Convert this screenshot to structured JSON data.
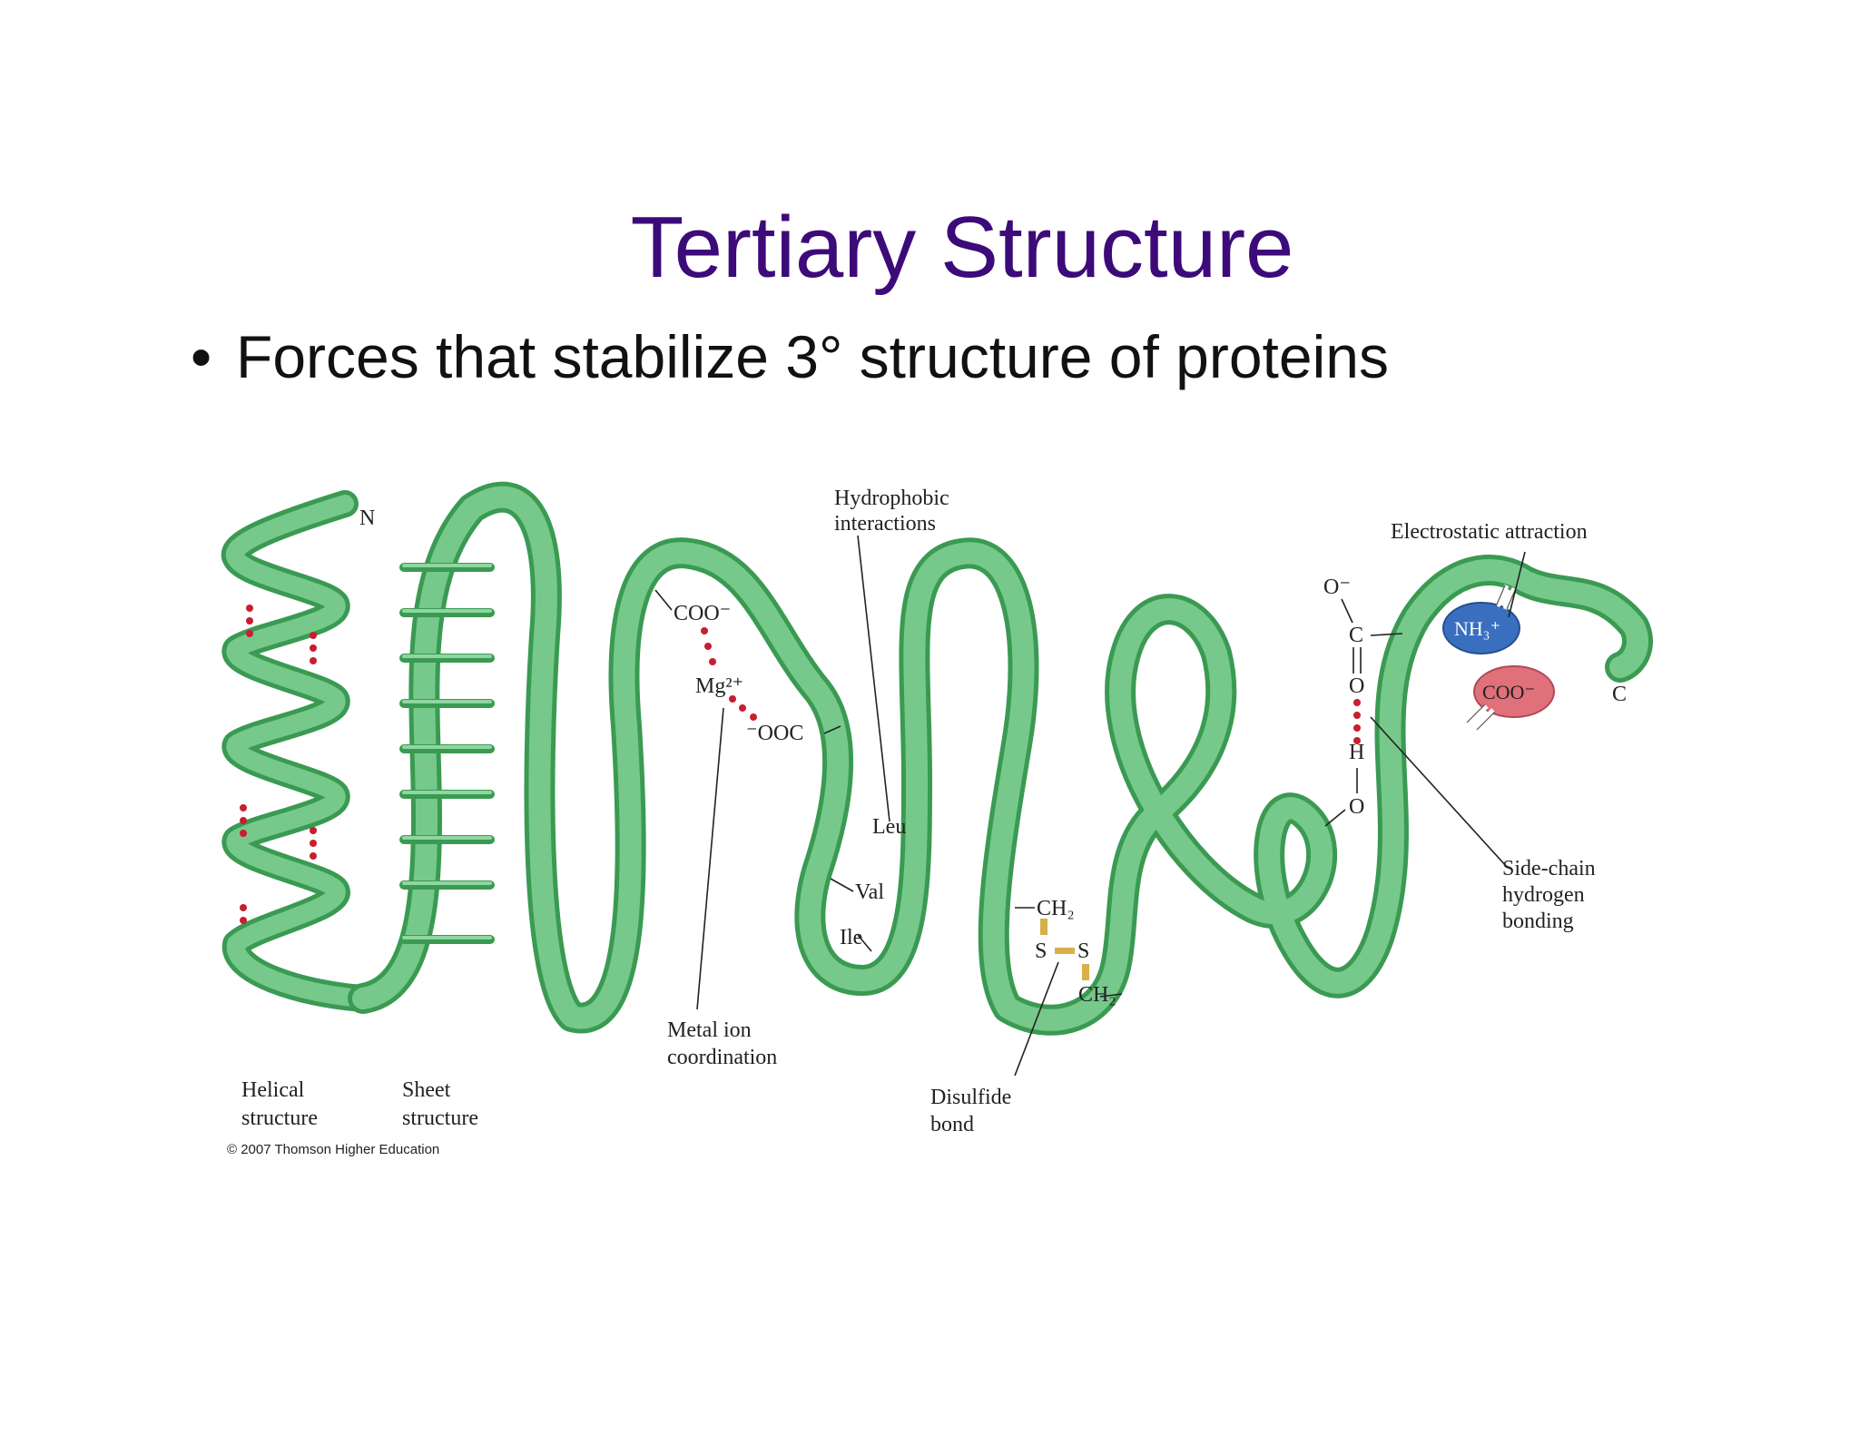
{
  "slide": {
    "title": "Tertiary Structure",
    "bullet": "Forces that stabilize 3° structure of proteins"
  },
  "diagram": {
    "terminus_n": "N",
    "terminus_c": "C",
    "labels": {
      "helical": [
        "Helical",
        "structure"
      ],
      "sheet": [
        "Sheet",
        "structure"
      ],
      "hydrophobic": [
        "Hydrophobic",
        "interactions"
      ],
      "metal": [
        "Metal ion",
        "coordination"
      ],
      "disulfide": [
        "Disulfide",
        "bond"
      ],
      "electrostatic": "Electrostatic attraction",
      "side_chain": [
        "Side-chain",
        "hydrogen",
        "bonding"
      ]
    },
    "metal_site": {
      "coo_top": "COO⁻",
      "mg": "Mg²⁺",
      "ooc": "⁻OOC"
    },
    "hydrophobic_residues": [
      "Leu",
      "Val",
      "Ile"
    ],
    "disulfide_site": {
      "ch2_top": "CH₂",
      "s_left": "S",
      "s_right": "S",
      "ch2_bottom": "CH₂"
    },
    "hbond_site": {
      "o_minus": "O⁻",
      "c": "C",
      "o_double": "O",
      "h": "H",
      "o_bottom": "O"
    },
    "ions": {
      "nh3": "NH₃⁺",
      "coo": "COO⁻"
    },
    "copyright": "© 2007 Thomson Higher Education",
    "colors": {
      "ribbon": "#5cbf74",
      "ribbon_edge": "#3a9a52",
      "hbond_dots": "#c81e2e",
      "nh3": "#3a6fc0",
      "coo": "#e0707a",
      "disulfide": "#d8b04a"
    }
  }
}
